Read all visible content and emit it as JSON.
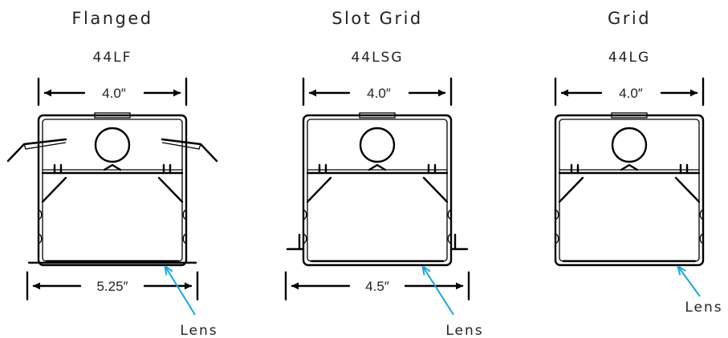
{
  "fixtures": [
    {
      "title": "Flanged",
      "model": "44LF",
      "top_dimension": "4.0″",
      "bottom_dimension": "5.25″",
      "lens_label": "Lens",
      "mount_style": "flanged"
    },
    {
      "title": "Slot Grid",
      "model": "44LSG",
      "top_dimension": "4.0″",
      "bottom_dimension": "4.5″",
      "lens_label": "Lens",
      "mount_style": "slot-grid"
    },
    {
      "title": "Grid",
      "model": "44LG",
      "top_dimension": "4.0″",
      "bottom_dimension": "",
      "lens_label": "Lens",
      "mount_style": "grid"
    }
  ],
  "colors": {
    "line": "#000000",
    "text": "#222222",
    "lens_arrow": "#19a7dc"
  }
}
